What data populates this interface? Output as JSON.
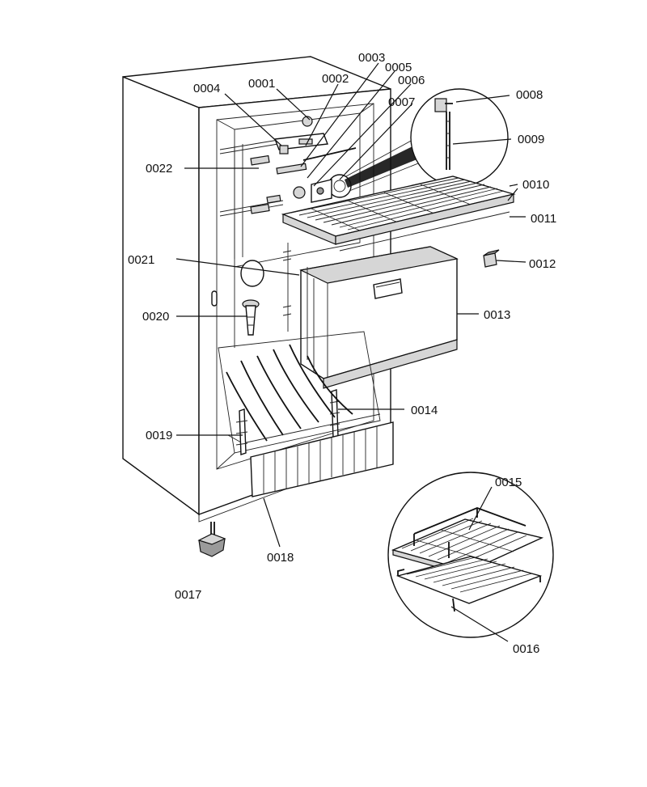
{
  "labels": {
    "p0001": "0001",
    "p0002": "0002",
    "p0003": "0003",
    "p0004": "0004",
    "p0005": "0005",
    "p0006": "0006",
    "p0007": "0007",
    "p0008": "0008",
    "p0009": "0009",
    "p0010": "0010",
    "p0011": "0011",
    "p0012": "0012",
    "p0013": "0013",
    "p0014": "0014",
    "p0015": "0015",
    "p0016": "0016",
    "p0017": "0017",
    "p0018": "0018",
    "p0019": "0019",
    "p0020": "0020",
    "p0021": "0021",
    "p0022": "0022"
  }
}
